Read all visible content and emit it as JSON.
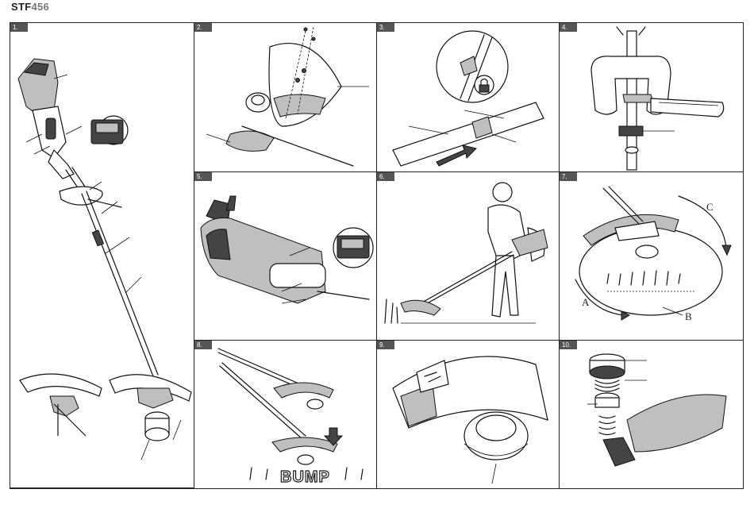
{
  "header": {
    "model_prefix": "STF",
    "model_number": "456"
  },
  "panels": [
    {
      "number": "1."
    },
    {
      "number": "2."
    },
    {
      "number": "3."
    },
    {
      "number": "4."
    },
    {
      "number": "5."
    },
    {
      "number": "6."
    },
    {
      "number": "7."
    },
    {
      "number": "8."
    },
    {
      "number": "9."
    },
    {
      "number": "10."
    }
  ],
  "figure7": {
    "label_a": "A",
    "label_b": "B",
    "label_c": "C"
  },
  "figure8": {
    "bump_text": "BUMP"
  },
  "icons": [
    "lock-icon",
    "arrow-icon",
    "screw-icon"
  ]
}
